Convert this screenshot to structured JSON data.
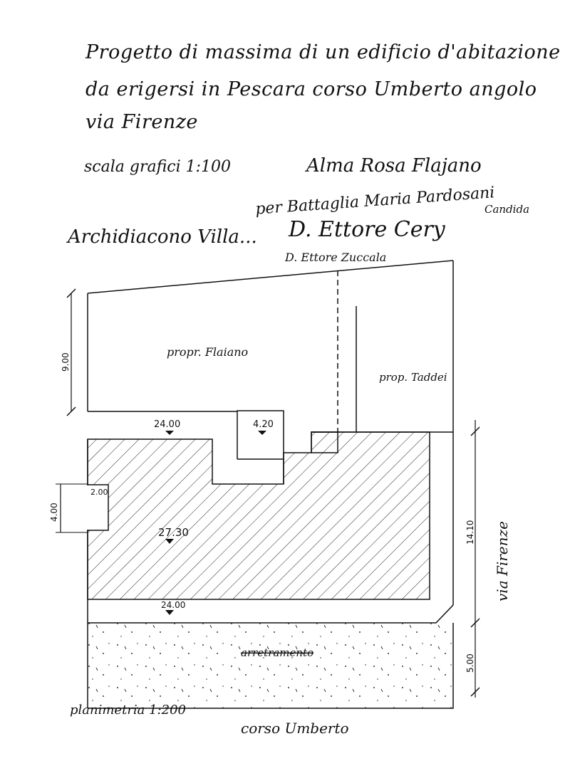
{
  "title": {
    "line1": "Progetto di massima di un edificio d'abitazione",
    "line2": "da erigersi in Pescara corso Umberto angolo",
    "line3": "via Firenze"
  },
  "scale_note": "scala grafici 1:100",
  "signatures": {
    "sig1": "Alma Rosa Flajano",
    "sig2": "per Battaglia Maria Pardosani",
    "sig2b": "Candida",
    "sig3": "D. Ettore Cery",
    "sig4": "D. Ettore Zuccala",
    "sig5": "Archidiacono Villa..."
  },
  "plan": {
    "prop_left": "propr. Flaiano",
    "prop_right": "prop. Taddei",
    "level_top": "24.00",
    "level_box": "4.20",
    "level_main": "27.30",
    "level_bottom": "24.00",
    "notch": "2.00",
    "dim_left_top": "9.00",
    "dim_left_notch": "4.00",
    "dim_right_main": "14.10",
    "dim_right_setback": "5.00",
    "setback_label": "arretramento",
    "street_right": "via Firenze",
    "street_bottom": "corso Umberto",
    "plan_scale": "planimetria 1:200"
  }
}
